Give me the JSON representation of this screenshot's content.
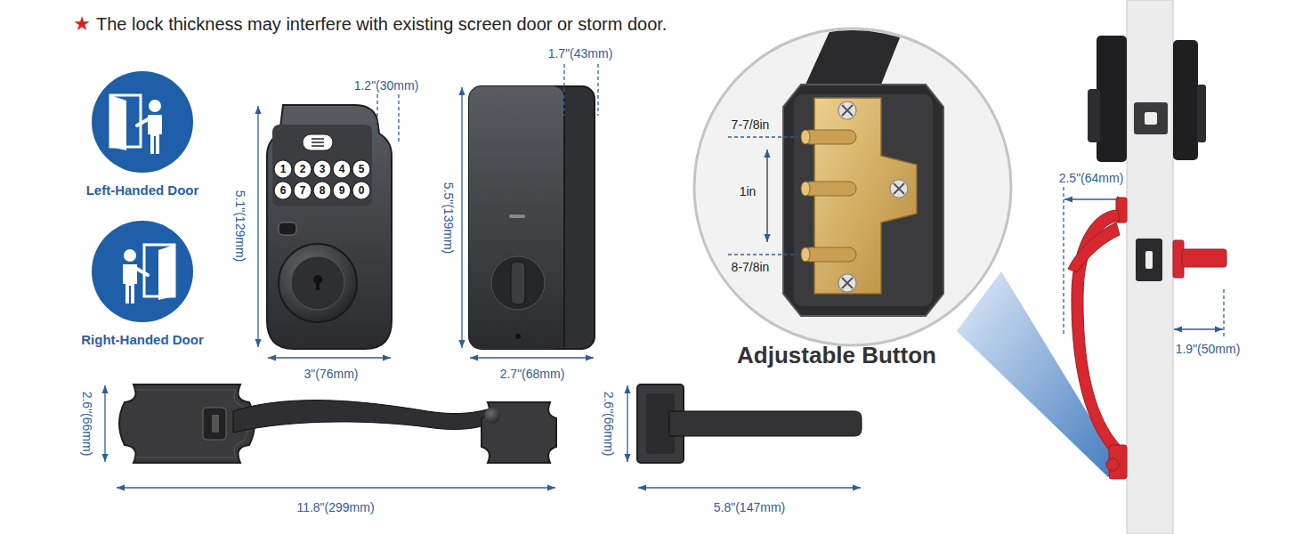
{
  "diagram": {
    "title": "The lock thickness may interfere with existing screen door or storm door.",
    "nodes": [
      {
        "text": [
          "Left-Handed Door"
        ]
      },
      {
        "text": [
          "Right-Handed Door"
        ]
      }
    ],
    "labels": [
      "★",
      "1.2\"(30mm)",
      "5.1\"(129mm)",
      "3\"(76mm)",
      "1.7\"(43mm)",
      "5.5\"(139mm)",
      "2.7\"(68mm)",
      "1",
      "2",
      "3",
      "4",
      "5",
      "6",
      "7",
      "8",
      "9",
      "0",
      "7-7/8in",
      "1in",
      "8-7/8in",
      "Adjustable Button",
      "2.5\"(64mm)",
      "1.9\"(50mm)",
      "2.6\"(66mm)",
      "11.8\"(299mm)",
      "2.6\"(66mm)",
      "5.8\"(147mm)"
    ]
  }
}
